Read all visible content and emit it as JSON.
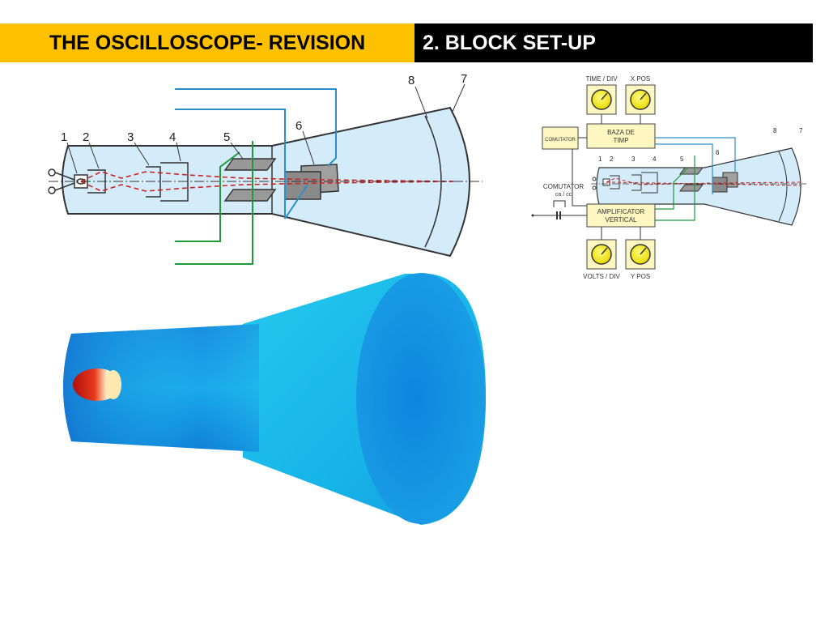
{
  "header": {
    "title_left": "THE OSCILLOSCOPE- REVISION",
    "title_right": "2. BLOCK SET-UP"
  },
  "crt_diagram": {
    "labels": [
      "1",
      "2",
      "3",
      "4",
      "5",
      "6",
      "7",
      "8"
    ]
  },
  "block_diagram": {
    "knob_time": "TIME / DIV",
    "knob_xpos": "X POS",
    "knob_volts": "VOLTS / DIV",
    "knob_ypos": "Y POS",
    "comutator_box": "COMUTATOR",
    "time_base_line1": "BAZA DE",
    "time_base_line2": "TIMP",
    "comutator_line1": "COMUTATOR",
    "comutator_line2": "ca / cc",
    "amplifier_line1": "AMPLIFICATOR",
    "amplifier_line2": "VERTICAL",
    "labels": [
      "1",
      "2",
      "3",
      "4",
      "5",
      "6",
      "7",
      "8"
    ]
  },
  "colors": {
    "header_yellow": "#ffc000",
    "header_black": "#000000",
    "tube_fill": "#d4ecfa",
    "beam_red": "#cc2222",
    "wire_blue": "#2a8fc8",
    "wire_green": "#1e9a3a",
    "knob_yellow": "#f0e500",
    "box_fill": "#fff7c2"
  }
}
